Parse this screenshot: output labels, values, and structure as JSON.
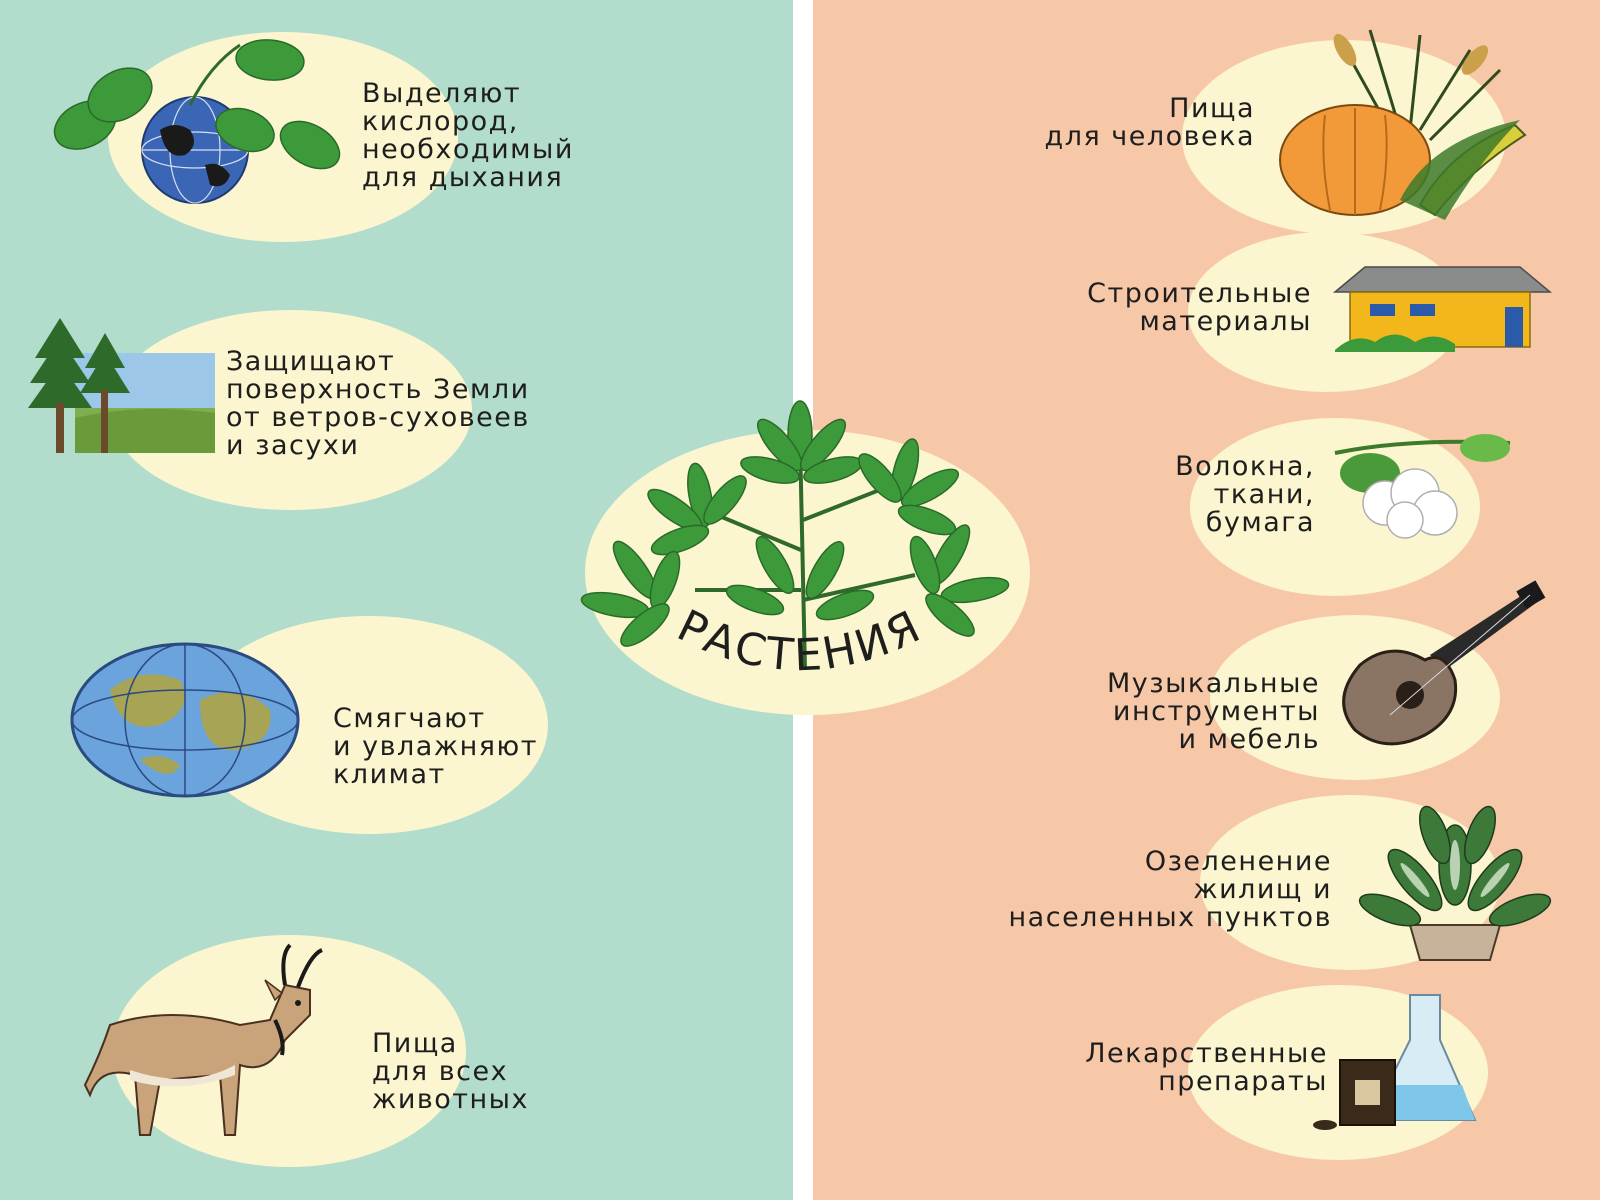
{
  "central": {
    "label": "РАСТЕНИЯ"
  },
  "left_items": [
    {
      "text": "Выделяют\nкислород,\nнеобходимый\nдля дыхания",
      "icon": "globe-with-leaves-icon"
    },
    {
      "text": "Защищают\nповерхность Земли\nот ветров-суховеев\nи засухи",
      "icon": "forest-landscape-icon"
    },
    {
      "text": "Смягчают\nи увлажняют\nклимат",
      "icon": "globe-icon"
    },
    {
      "text": "Пища\nдля всех\nживотных",
      "icon": "antelope-icon"
    }
  ],
  "right_items": [
    {
      "text": "Пища\nдля человека",
      "icon": "pumpkin-corn-icon"
    },
    {
      "text": "Строительные\nматериалы",
      "icon": "house-icon"
    },
    {
      "text": "Волокна,\nткани,\nбумага",
      "icon": "cotton-icon"
    },
    {
      "text": "Музыкальные\nинструменты\nи мебель",
      "icon": "guitar-icon"
    },
    {
      "text": "Озеленение\nжилищ и\nнаселенных пунктов",
      "icon": "potted-plant-icon"
    },
    {
      "text": "Лекарственные\nпрепараты",
      "icon": "medicine-flask-icon"
    }
  ],
  "colors": {
    "left_bg": "#b2dccb",
    "right_bg": "#f6c8a8",
    "circle": "#fbf6cf",
    "leaf": "#3d9a3b"
  }
}
